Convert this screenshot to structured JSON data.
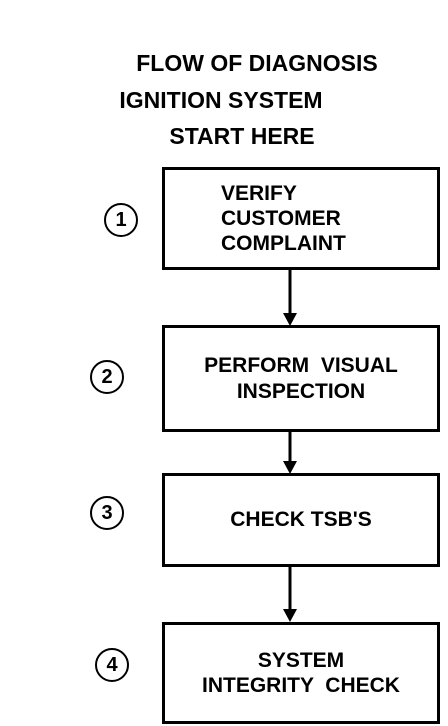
{
  "title_lines": [
    "FLOW OF DIAGNOSIS",
    "IGNITION SYSTEM",
    "START HERE"
  ],
  "steps": [
    {
      "number": "1",
      "lines": [
        "VERIFY",
        "CUSTOMER",
        "COMPLAINT"
      ]
    },
    {
      "number": "2",
      "lines": [
        "PERFORM  VISUAL",
        "INSPECTION"
      ]
    },
    {
      "number": "3",
      "lines": [
        "CHECK TSB'S"
      ]
    },
    {
      "number": "4",
      "lines": [
        "SYSTEM",
        "INTEGRITY  CHECK"
      ]
    }
  ],
  "colors": {
    "line": "#000000",
    "background": "#ffffff"
  }
}
